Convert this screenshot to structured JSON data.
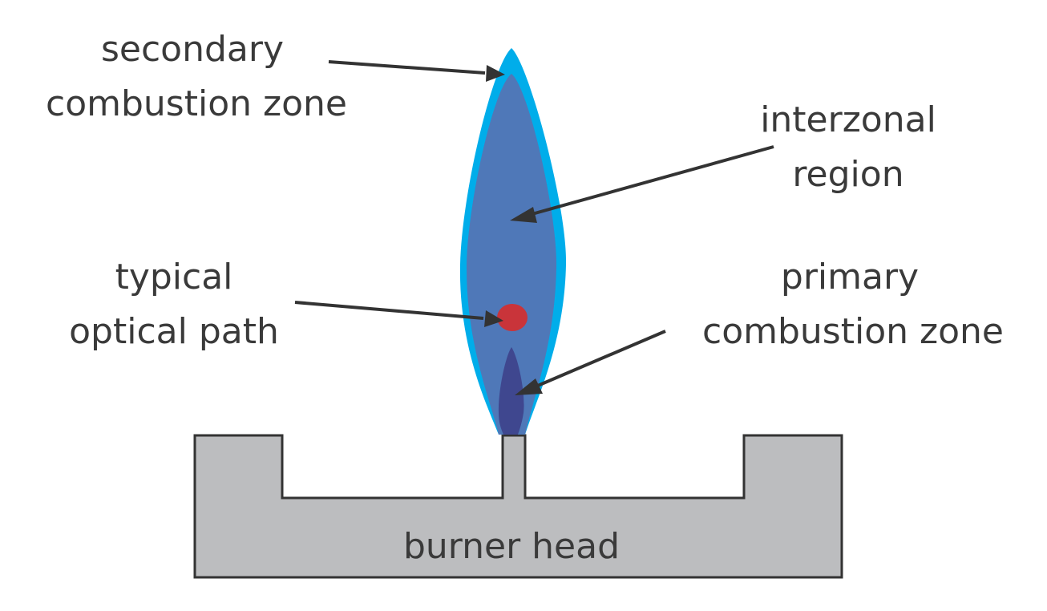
{
  "labels": {
    "secondary": [
      "secondary",
      "combustion zone"
    ],
    "interzonal": [
      "interzonal",
      "region"
    ],
    "optical": [
      "typical",
      "optical path"
    ],
    "primary": [
      "primary",
      "combustion zone"
    ],
    "burner": "burner head"
  },
  "colors": {
    "outer_flame": "#00adea",
    "inner_flame": "#4f78b8",
    "primary_cone": "#3f478f",
    "optical_spot": "#c9343a",
    "burner_fill": "#bcbdbf",
    "outline": "#333333",
    "text": "#3a3a3a"
  }
}
